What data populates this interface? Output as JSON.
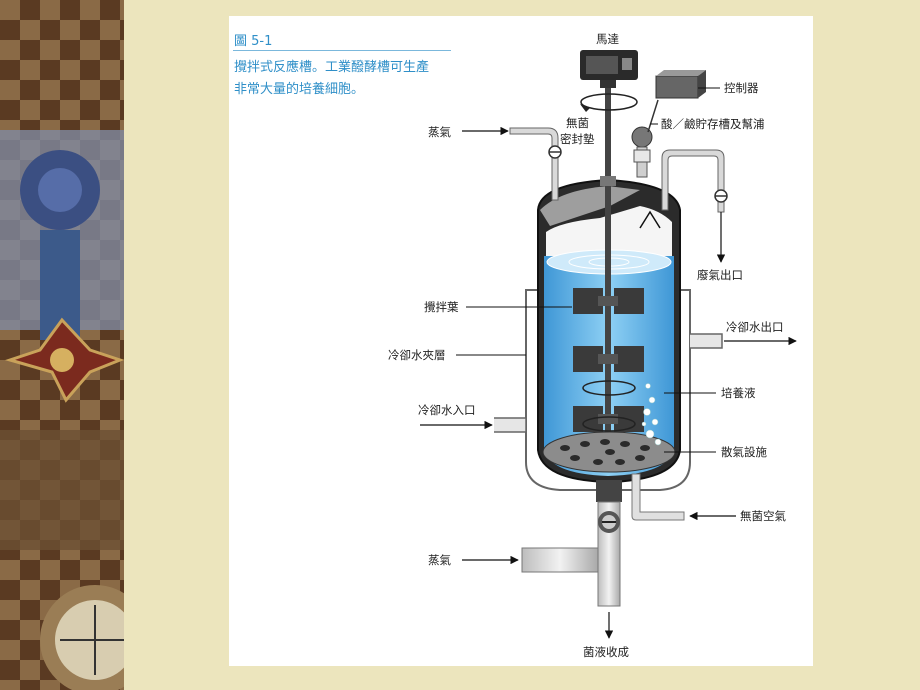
{
  "caption": {
    "figure_number": "圖 5-1",
    "line1": "攪拌式反應槽。工業醱酵槽可生產",
    "line2": "非常大量的培養細胞。"
  },
  "labels": {
    "motor": "馬達",
    "controller": "控制器",
    "acid_base": "酸／鹼貯存槽及幫浦",
    "steam_top": "蒸氣",
    "sterile_seal_1": "無菌",
    "sterile_seal_2": "密封墊",
    "exhaust": "廢氣出口",
    "impeller": "攪拌葉",
    "cooling_out": "冷卻水出口",
    "cooling_jacket": "冷卻水夾層",
    "culture": "培養液",
    "cooling_in": "冷卻水入口",
    "sparger": "散氣設施",
    "sterile_air": "無菌空氣",
    "steam_bottom": "蒸氣",
    "harvest": "菌液收成"
  },
  "colors": {
    "background": "#ece5bd",
    "caption": "#2f8fc8",
    "liquid": "#5fb0e6",
    "vessel": "#2b2b2b"
  },
  "icons": [
    "motor-icon",
    "gauge-icon",
    "valve-icon"
  ]
}
